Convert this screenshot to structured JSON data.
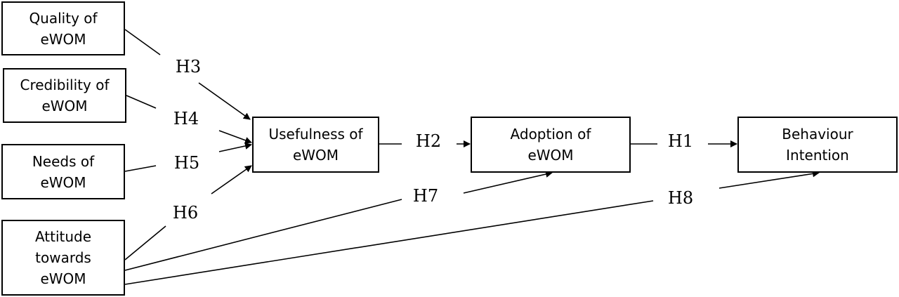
{
  "nodes": {
    "quality": "Quality of\neWOM",
    "credibility": "Credibility of\neWOM",
    "needs": "Needs of\neWOM",
    "attitude": "Attitude\ntowards\neWOM",
    "usefulness": "Usefulness of\neWOM",
    "adoption": "Adoption of\neWOM",
    "behaviour": "Behaviour\nIntention"
  },
  "hypotheses": {
    "h1": "H1",
    "h2": "H2",
    "h3": "H3",
    "h4": "H4",
    "h5": "H5",
    "h6": "H6",
    "h7": "H7",
    "h8": "H8"
  },
  "colors": {
    "stroke": "#000000",
    "background": "#ffffff"
  }
}
